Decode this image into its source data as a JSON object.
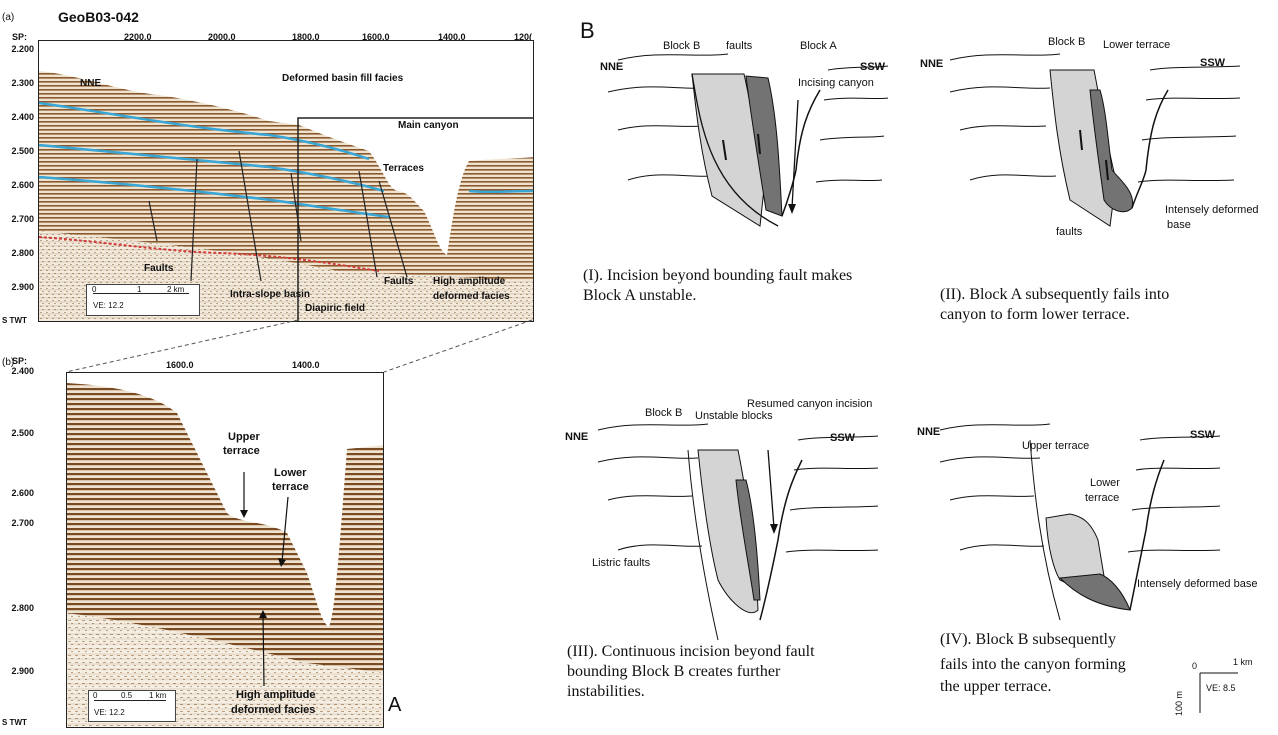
{
  "panelA": {
    "top": {
      "tag": "(a)",
      "line_name": "GeoB03-042",
      "sp_label": "SP:",
      "sp_ticks": [
        "2200.0",
        "2000.0",
        "1800.0",
        "1600.0",
        "1400.0",
        "120("
      ],
      "y_ticks": [
        "2.200",
        "2.300",
        "2.400",
        "2.500",
        "2.600",
        "2.700",
        "2.800",
        "2.900"
      ],
      "y_unit": "S TWT",
      "labels": {
        "nne": "NNE",
        "deformed": "Deformed basin fill facies",
        "main_canyon": "Main canyon",
        "terraces": "Terraces",
        "faults_left": "Faults",
        "faults_right": "Faults",
        "intra_slope": "Intra-slope basin",
        "diapiric": "Diapiric field",
        "high_amp_1": "High amplitude",
        "high_amp_2": "deformed facies"
      },
      "scale": {
        "zero": "0",
        "one": "1",
        "two": "2 km",
        "ve": "VE: 12.2"
      }
    },
    "bottom": {
      "tag": "(b)",
      "sp_label": "SP:",
      "sp_ticks": [
        "1600.0",
        "1400.0"
      ],
      "y_ticks": [
        "2.400",
        "2.500",
        "2.600",
        "2.700",
        "2.800",
        "2.900"
      ],
      "y_unit": "S TWT",
      "labels": {
        "upper_1": "Upper",
        "upper_2": "terrace",
        "lower_1": "Lower",
        "lower_2": "terrace",
        "high_amp_1": "High amplitude",
        "high_amp_2": "deformed facies"
      },
      "scale": {
        "zero": "0",
        "half": "0.5",
        "one": "1 km",
        "ve": "VE: 12.2"
      }
    },
    "letter": "A"
  },
  "panelB": {
    "letter": "B",
    "sketch1": {
      "nne": "NNE",
      "ssw": "SSW",
      "block_b": "Block B",
      "faults": "faults",
      "block_a": "Block A",
      "incising": "Incising canyon",
      "caption_1": "(I). Incision beyond  bounding fault makes",
      "caption_2": "Block A unstable."
    },
    "sketch2": {
      "nne": "NNE",
      "ssw": "SSW",
      "block_b": "Block B",
      "lower_terrace": "Lower terrace",
      "intensely_1": "Intensely deformed",
      "intensely_2": "base",
      "faults": "faults",
      "caption_1": "(II).  Block A subsequently fails into",
      "caption_2": "canyon to form lower terrace."
    },
    "sketch3": {
      "nne": "NNE",
      "ssw": "SSW",
      "block_b": "Block B",
      "unstable": "Unstable blocks",
      "resumed": "Resumed canyon incision",
      "listric": "Listric faults",
      "caption_1": "(III). Continuous incision beyond fault",
      "caption_2": "bounding Block B creates further",
      "caption_3": "instabilities."
    },
    "sketch4": {
      "nne": "NNE",
      "ssw": "SSW",
      "upper_terrace": "Upper terrace",
      "lower_1": "Lower",
      "lower_2": "terrace",
      "intensely": "Intensely deformed base",
      "caption_1": "(IV). Block B subsequently",
      "caption_2": "fails into the canyon forming",
      "caption_3": "the upper terrace."
    },
    "scale": {
      "zero": "0",
      "km": "1 km",
      "ve": "VE: 8.5",
      "vert": "100 m"
    }
  },
  "colors": {
    "seismic_bg": "#efe3cf",
    "seismic_line": "#8a5a2e",
    "horizon_blue": "#3aa6d6",
    "horizon_red": "#d23b3b",
    "block_light": "#d4d4d4",
    "block_dark": "#737373"
  }
}
